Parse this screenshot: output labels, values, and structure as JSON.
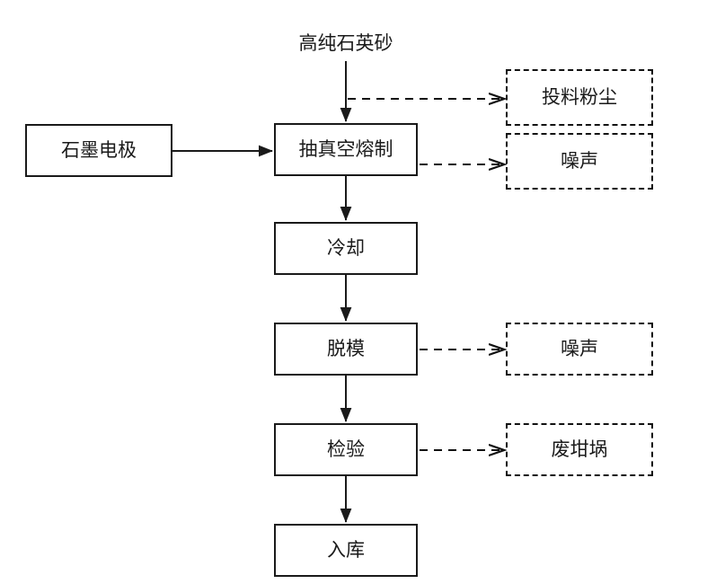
{
  "diagram": {
    "title_label": "高纯石英砂",
    "background_color": "#ffffff",
    "line_color": "#1a1a1a",
    "process_nodes": [
      {
        "id": "melting",
        "label": "抽真空熔制"
      },
      {
        "id": "cooling",
        "label": "冷却"
      },
      {
        "id": "demolding",
        "label": "脱模"
      },
      {
        "id": "inspection",
        "label": "检验"
      },
      {
        "id": "warehousing",
        "label": "入库"
      }
    ],
    "input_nodes": [
      {
        "id": "graphite-electrode",
        "label": "石墨电极"
      }
    ],
    "output_nodes": [
      {
        "id": "feeding-dust",
        "label": "投料粉尘"
      },
      {
        "id": "noise-melting",
        "label": "噪声"
      },
      {
        "id": "noise-demolding",
        "label": "噪声"
      },
      {
        "id": "waste-crucible",
        "label": "废坩埚"
      }
    ]
  }
}
